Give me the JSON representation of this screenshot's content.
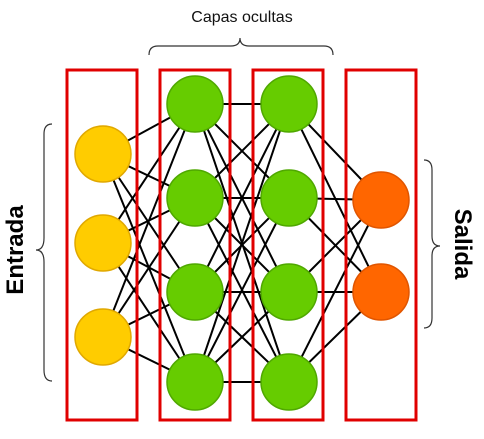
{
  "labels": {
    "hidden_layers": "Capas ocultas",
    "input": "Entrada",
    "output": "Salida"
  },
  "layers": [
    {
      "role": "input",
      "neurons": 3,
      "color": "#FFCC00",
      "stroke": "#E0A800"
    },
    {
      "role": "hidden",
      "neurons": 4,
      "color": "#66CC00",
      "stroke": "#4FA800"
    },
    {
      "role": "hidden",
      "neurons": 4,
      "color": "#66CC00",
      "stroke": "#4FA800"
    },
    {
      "role": "output",
      "neurons": 2,
      "color": "#FF6600",
      "stroke": "#E05500"
    }
  ],
  "colors": {
    "layer_box": "#E00000",
    "connection": "#000000",
    "brace": "#333333"
  },
  "connectivity": "fully-connected"
}
